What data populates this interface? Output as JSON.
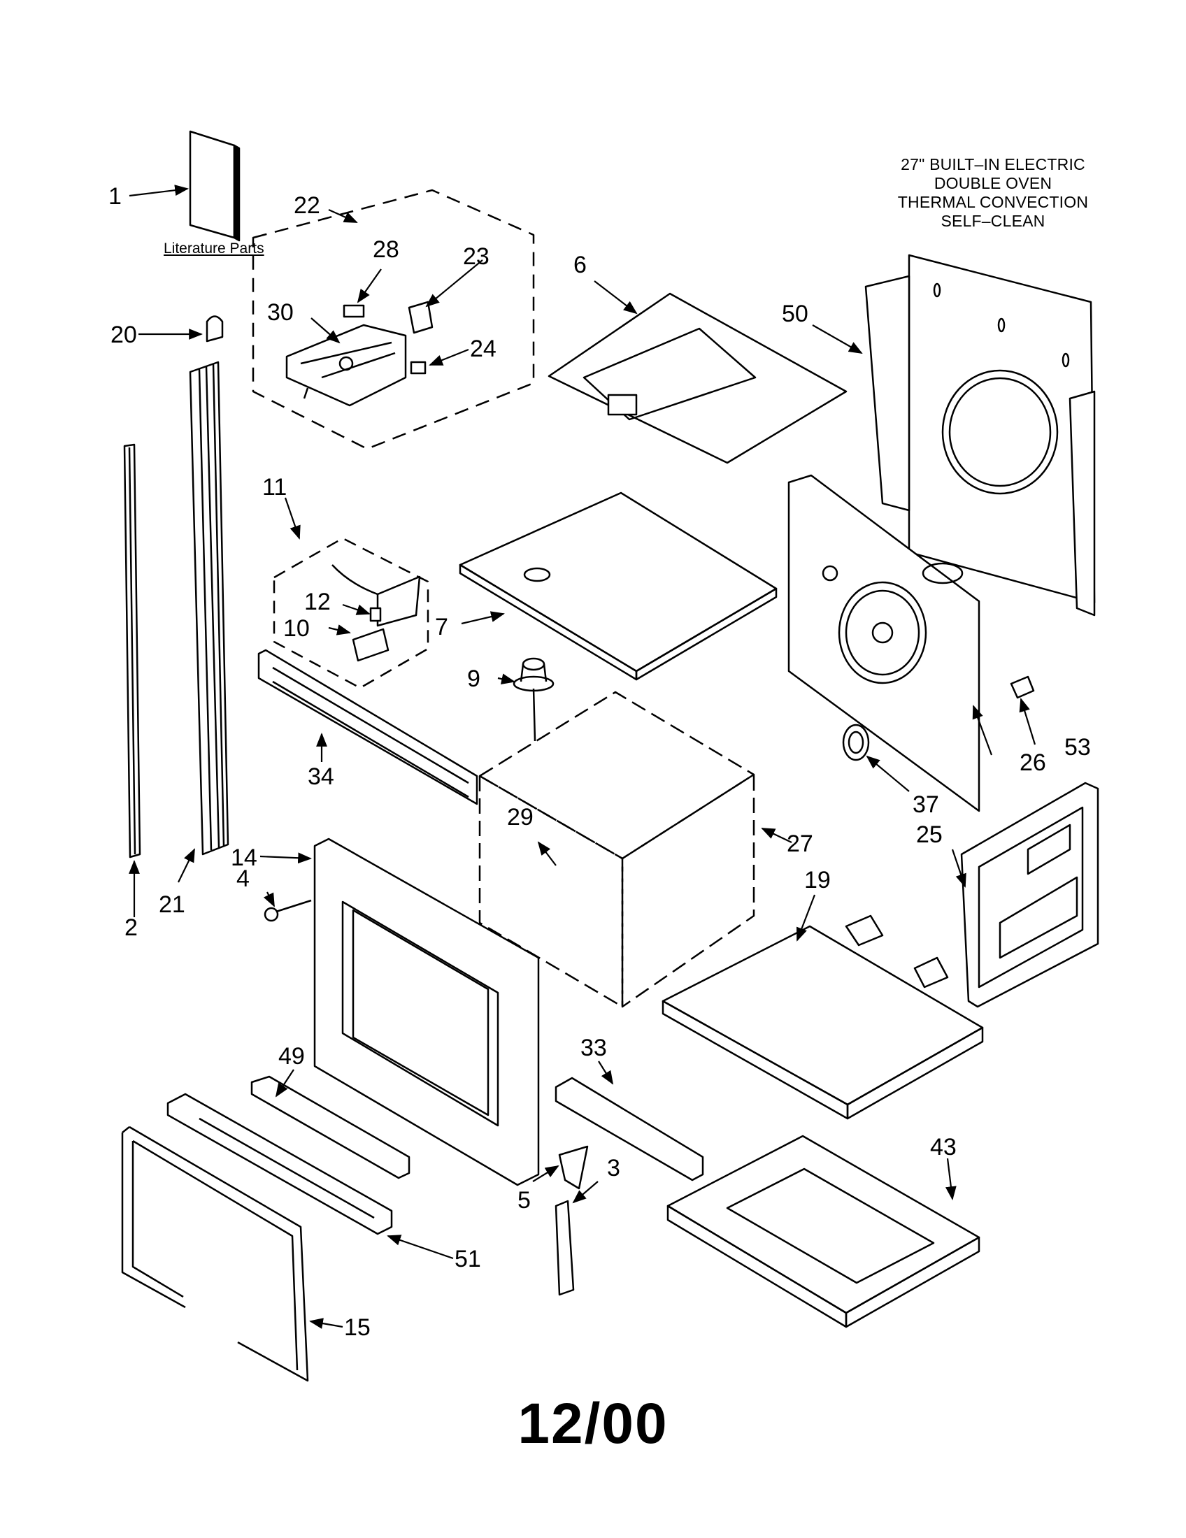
{
  "header": {
    "line1": "27\" BUILT–IN ELECTRIC",
    "line2": "DOUBLE OVEN",
    "line3": "THERMAL CONVECTION",
    "line4": "SELF–CLEAN"
  },
  "literature_label": "Literature Parts",
  "footer_code": "12/00",
  "callouts": [
    "1",
    "2",
    "3",
    "4",
    "5",
    "6",
    "7",
    "9",
    "10",
    "11",
    "12",
    "14",
    "15",
    "19",
    "20",
    "21",
    "22",
    "23",
    "24",
    "25",
    "26",
    "27",
    "28",
    "29",
    "30",
    "33",
    "34",
    "37",
    "43",
    "49",
    "50",
    "51",
    "53"
  ]
}
